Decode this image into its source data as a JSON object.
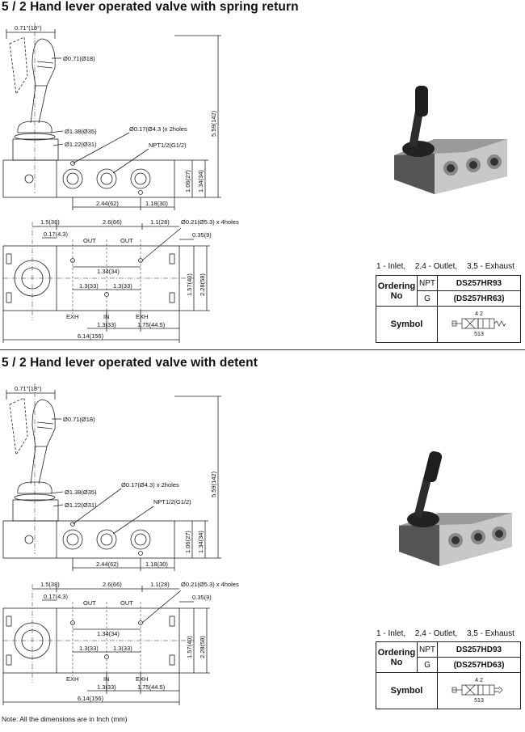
{
  "sections": [
    {
      "title": "5 / 2 Hand lever operated valve with spring return",
      "ordering": {
        "header": "Ordering No",
        "npt_label": "NPT",
        "npt_code": "DS257HR93",
        "g_label": "G",
        "g_code": "(DS257HR63)",
        "symbol_label": "Symbol"
      }
    },
    {
      "title": "5 / 2 Hand lever operated valve with detent",
      "ordering": {
        "header": "Ordering No",
        "npt_label": "NPT",
        "npt_code": "DS257HD93",
        "g_label": "G",
        "g_code": "(DS257HD63)",
        "symbol_label": "Symbol"
      }
    }
  ],
  "port_legend": [
    "1 - Inlet,",
    "2,4 - Outlet,",
    "3,5 - Exhaust"
  ],
  "symbol_ports": {
    "top": "4  2",
    "bottom": "513"
  },
  "dims": {
    "angle": "0.71\"(18°)",
    "grip_dia": "Ø0.71(Ø18)",
    "boot_dia": "Ø1.38(Ø35)",
    "base_dia": "Ø1.22(Ø31)",
    "holes_2": "Ø0.17(Ø4.3 )x 2holes",
    "holes_2b": "Ø0.17(Ø4.3) x 2holes",
    "npt": "NPT1/2(G1/2)",
    "height_total": "5.59(142)",
    "h_27": "1.06(27)",
    "h_34": "1.34(34)",
    "w_62": "2.44(62)",
    "w_30": "1.18(30)",
    "w_38": "1.5(38)",
    "w_66": "2.6(66)",
    "w_28": "1.1(28)",
    "holes_4": "Ø0.21(Ø5.3) x 4holes",
    "w_9": "0.35(9)",
    "w_43": "0.17(4.3)",
    "out": "OUT",
    "w_34": "1.34(34)",
    "w_33": "1.3(33)",
    "h_40": "1.57(40)",
    "h_58": "2.28(58)",
    "exh": "EXH",
    "in": "IN",
    "w_445": "1.75(44.5)",
    "w_156": "6.14(156)"
  },
  "note": "Note: All the dimensions are in Inch (mm)"
}
